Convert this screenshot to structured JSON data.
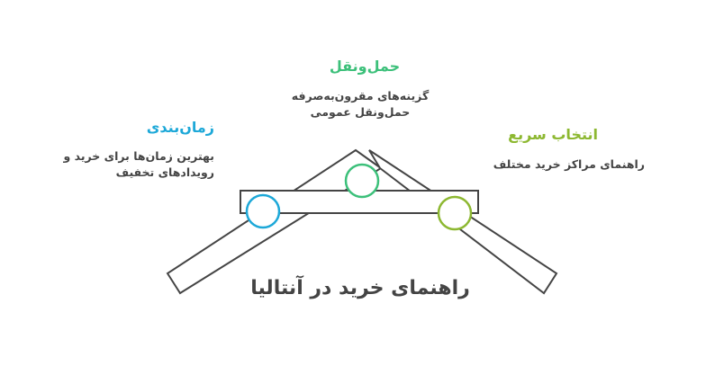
{
  "title": "راهنمای خرید در آنتالیا",
  "colors": {
    "timing": "#1DA8D8",
    "transport": "#3CC07A",
    "quick": "#8DB831",
    "stroke": "#444444"
  },
  "items": [
    {
      "heading": "زمان‌بندی",
      "line1": "بهترین زمان‌ها برای خرید و",
      "line2": "رویدادهای تخفیف"
    },
    {
      "heading": "حمل‌ونقل",
      "line1": "گزینه‌های مقرون‌به‌صرفه",
      "line2": "حمل‌ونقل عمومی"
    },
    {
      "heading": "انتخاب سریع",
      "line1": "راهنمای مراکز خرید مختلف"
    }
  ]
}
